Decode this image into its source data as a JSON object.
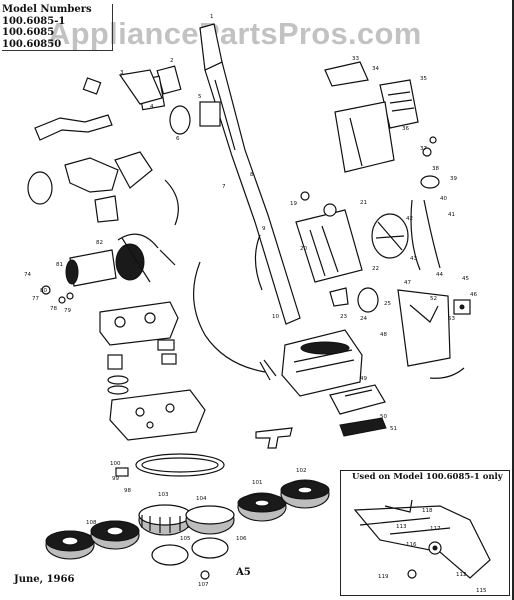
{
  "header": {
    "model_label": "Model Numbers",
    "models": [
      "100.6085-1",
      "100.6085",
      "100.60850"
    ]
  },
  "watermark": "AppliancePartsPros.com",
  "inset": {
    "title": "Used on Model 100.6085-1 only",
    "callouts": [
      "118",
      "119",
      "117",
      "116",
      "112",
      "113",
      "115"
    ]
  },
  "footer": {
    "date": "June, 1966",
    "page_code": "A5"
  },
  "callouts": {
    "brush_group": [
      "108",
      "103",
      "104",
      "101",
      "102",
      "105",
      "106",
      "107"
    ],
    "pads": [
      "100",
      "99",
      "98"
    ],
    "motor": [
      "74",
      "77",
      "78",
      "79",
      "80",
      "81",
      "82"
    ],
    "handle": [
      "1",
      "2",
      "3",
      "4",
      "5",
      "6",
      "7",
      "8",
      "9",
      "10"
    ],
    "tank": [
      "19",
      "20",
      "21",
      "22",
      "23",
      "24",
      "25"
    ],
    "right": [
      "33",
      "34",
      "35",
      "36",
      "37",
      "38",
      "39",
      "40",
      "41",
      "42",
      "43",
      "44",
      "45",
      "46",
      "47",
      "48",
      "49",
      "50",
      "51",
      "52",
      "53"
    ]
  }
}
